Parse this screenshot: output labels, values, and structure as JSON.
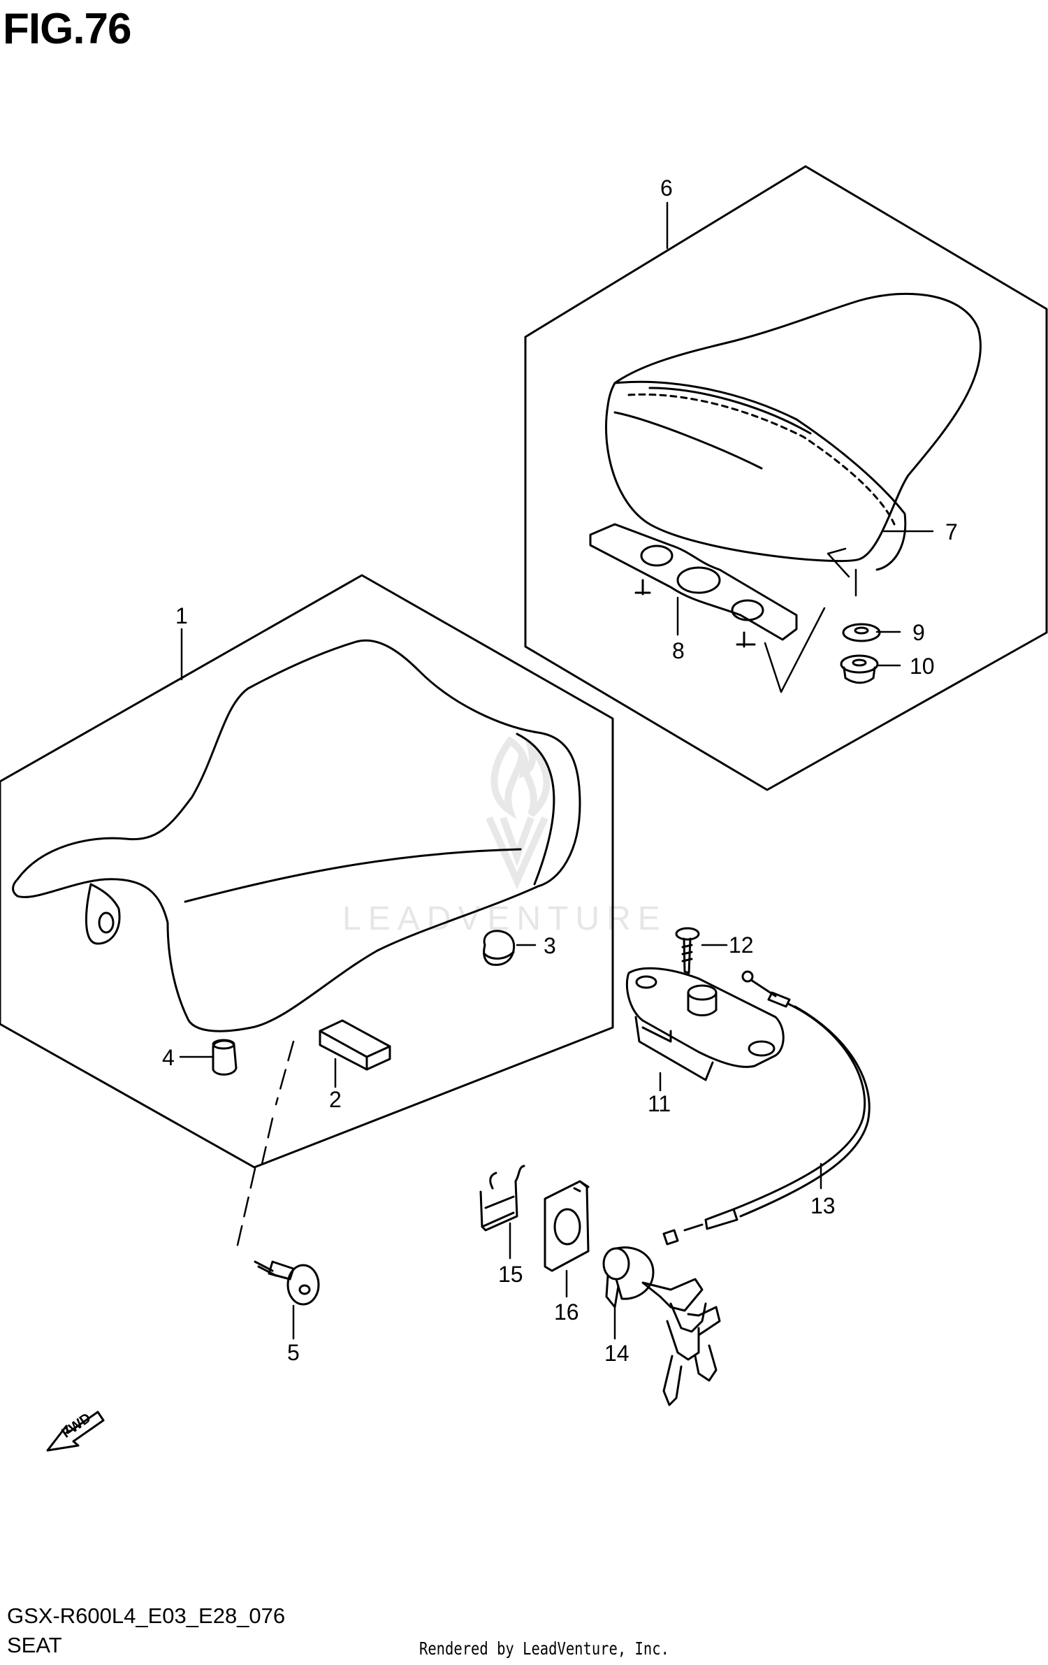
{
  "figure": {
    "title": "FIG.76",
    "model_code": "GSX-R600L4_E03_E28_076",
    "section": "SEAT",
    "rendered_by": "Rendered by LeadVenture, Inc.",
    "watermark": "LEADVENTURE",
    "fwd_label": "FWD"
  },
  "callouts": [
    "1",
    "2",
    "3",
    "4",
    "5",
    "6",
    "7",
    "8",
    "9",
    "10",
    "11",
    "12",
    "13",
    "14",
    "15",
    "16"
  ]
}
